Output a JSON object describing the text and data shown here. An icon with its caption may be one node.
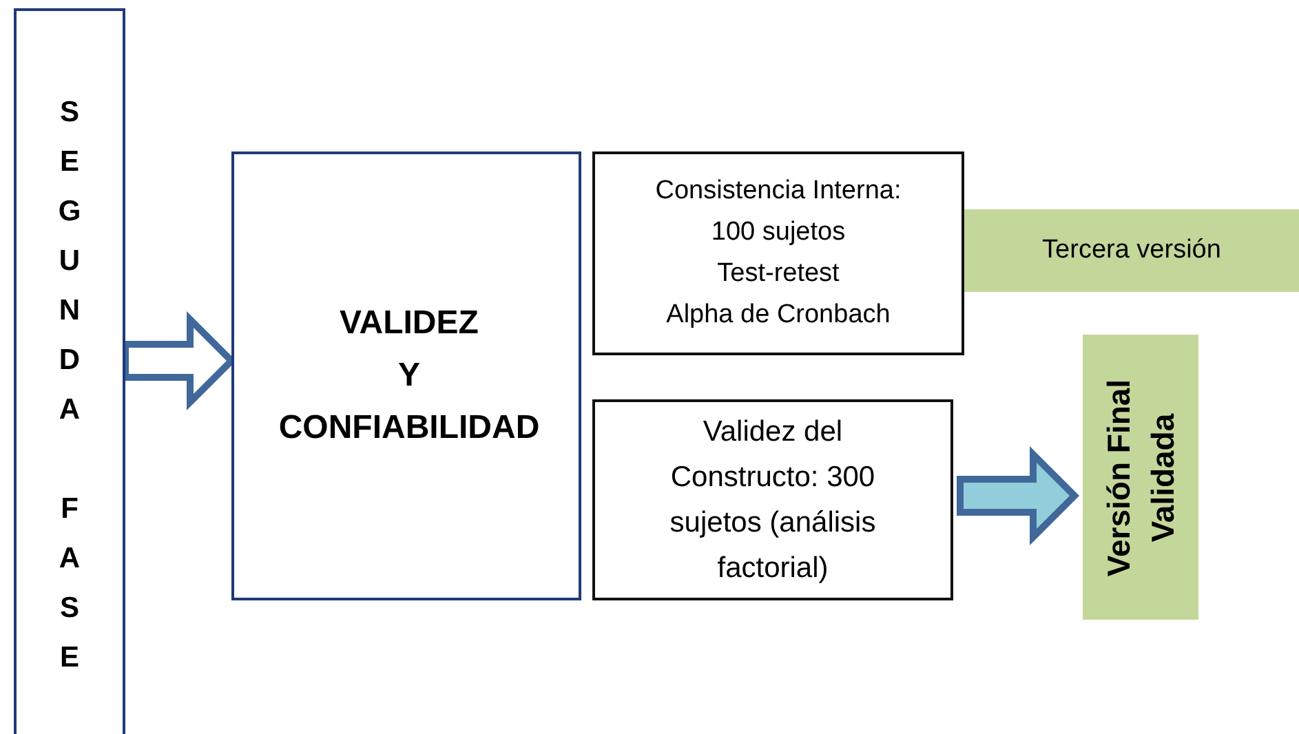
{
  "diagram": {
    "nodes": [
      {
        "text": [
          "SEGUNDA FASE"
        ]
      },
      {
        "text": [
          "VALIDEZ Y CONFIABILIDAD"
        ]
      },
      {
        "text": [
          "Consistencia Interna:",
          "100 sujetos",
          "Test-retest",
          "Alpha de Cronbach"
        ]
      },
      {
        "text": [
          "Tercera versión"
        ]
      },
      {
        "text": [
          "Validez del Constructo: 300 sujetos (análisis factorial)"
        ]
      },
      {
        "text": [
          "Versión Final Validada"
        ]
      }
    ],
    "edges": [
      {
        "from": 0,
        "to": 1,
        "arrow": "to"
      },
      {
        "from": 4,
        "to": 5,
        "arrow": "to",
        "color": "#92cddc"
      }
    ]
  }
}
